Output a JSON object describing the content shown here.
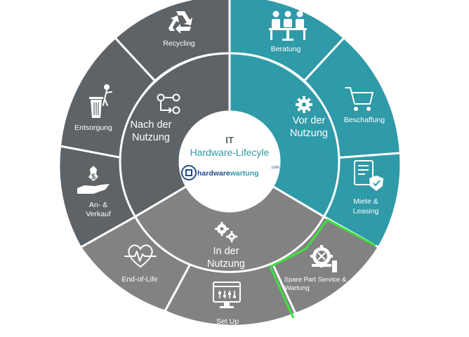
{
  "center": {
    "line1": "IT",
    "line2": "Hardware-Lifecyle",
    "logo_text_plain": "hardware",
    "logo_text_accent": "wartung",
    "logo_com": ".com"
  },
  "phases": {
    "nach": {
      "line1": "Nach der",
      "line2": "Nutzung"
    },
    "vor": {
      "line1": "Vor der",
      "line2": "Nutzung"
    },
    "in": {
      "line1": "In der",
      "line2": "Nutzung"
    }
  },
  "segments": {
    "recycling": "Recycling",
    "beratung": "Beratung",
    "entsorgung": "Entsorgung",
    "beschaffung": "Beschaffung",
    "ankauf_1": "An- &",
    "ankauf_2": "Verkauf",
    "miete_1": "Miete &",
    "miete_2": "Leasing",
    "eol": "End-of-Life",
    "spare_1": "Spare Part Service &",
    "spare_2": "Wartung",
    "setup": "Set Up"
  },
  "colors": {
    "teal": "#2f9aa8",
    "dark_gray": "#5d6366",
    "mid_gray": "#828282",
    "highlight": "#3ee03e",
    "text_teal": "#2f9aa8"
  }
}
